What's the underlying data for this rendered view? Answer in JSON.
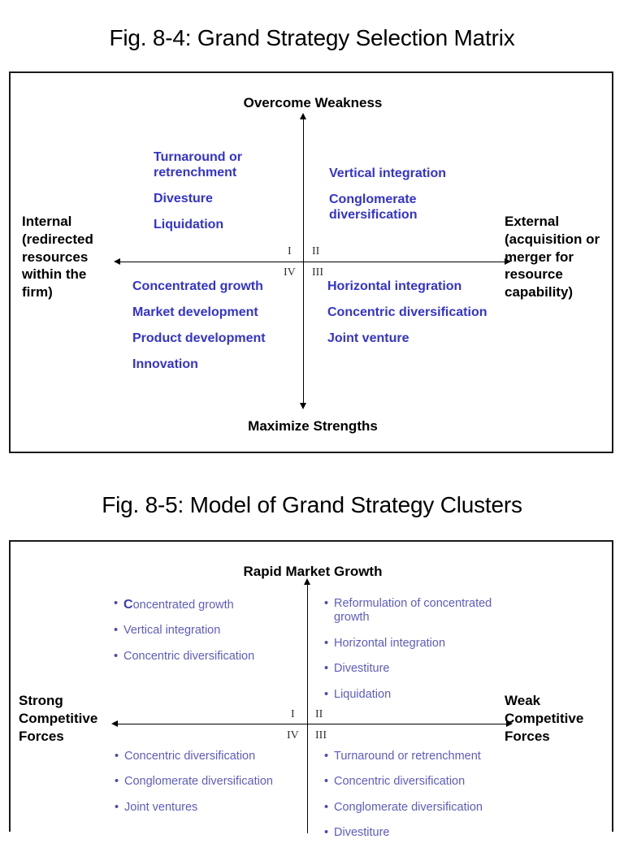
{
  "figures": [
    {
      "id": "fig-8-4",
      "title": "Fig. 8-4: Grand Strategy Selection Matrix",
      "axis": {
        "top": "Overcome Weakness",
        "bottom": "Maximize Strengths",
        "left": "Internal\n(redirected resources within the firm)",
        "left_lines": "Internal\n(redirected\nresources\nwithin the\nfirm)",
        "right_lines": "External\n(acquisition or\nmerger for\nresource\ncapability)"
      },
      "roman": {
        "q1": "I",
        "q2": "II",
        "q3": "III",
        "q4": "IV"
      },
      "quadrants": {
        "q1": [
          "Turnaround or\nretrenchment",
          "Divesture",
          "Liquidation"
        ],
        "q2": [
          "Vertical integration",
          "Conglomerate\ndiversification"
        ],
        "q3": [
          "Horizontal integration",
          "Concentric diversification",
          "Joint venture"
        ],
        "q4": [
          "Concentrated growth",
          "Market development",
          "Product development",
          "Innovation"
        ]
      }
    },
    {
      "id": "fig-8-5",
      "title": "Fig. 8-5: Model of Grand Strategy Clusters",
      "axis": {
        "top": "Rapid Market Growth",
        "left_lines": "Strong\nCompetitive\nForces",
        "right_lines": "Weak\nCompetitive\nForces"
      },
      "roman": {
        "q1": "I",
        "q2": "II",
        "q3": "III",
        "q4": "IV"
      },
      "quadrants": {
        "q1": [
          "Concentrated growth",
          "Vertical integration",
          "Concentric diversification"
        ],
        "q1_lead_cap": "C",
        "q1_lead_rest": "oncentrated growth",
        "q2": [
          "Reformulation of concentrated growth",
          "Horizontal integration",
          "Divestiture",
          "Liquidation"
        ],
        "q3": [
          "Turnaround or retrenchment",
          "Concentric diversification",
          "Conglomerate diversification",
          "Divestiture"
        ],
        "q4": [
          "Concentric diversification",
          "Conglomerate diversification",
          "Joint ventures"
        ]
      }
    }
  ],
  "colors": {
    "fig84_text_blue": "#3333cc",
    "fig85_text_blue": "#5c5cc0",
    "frame_black": "#1a1a1a",
    "background": "#ffffff"
  }
}
